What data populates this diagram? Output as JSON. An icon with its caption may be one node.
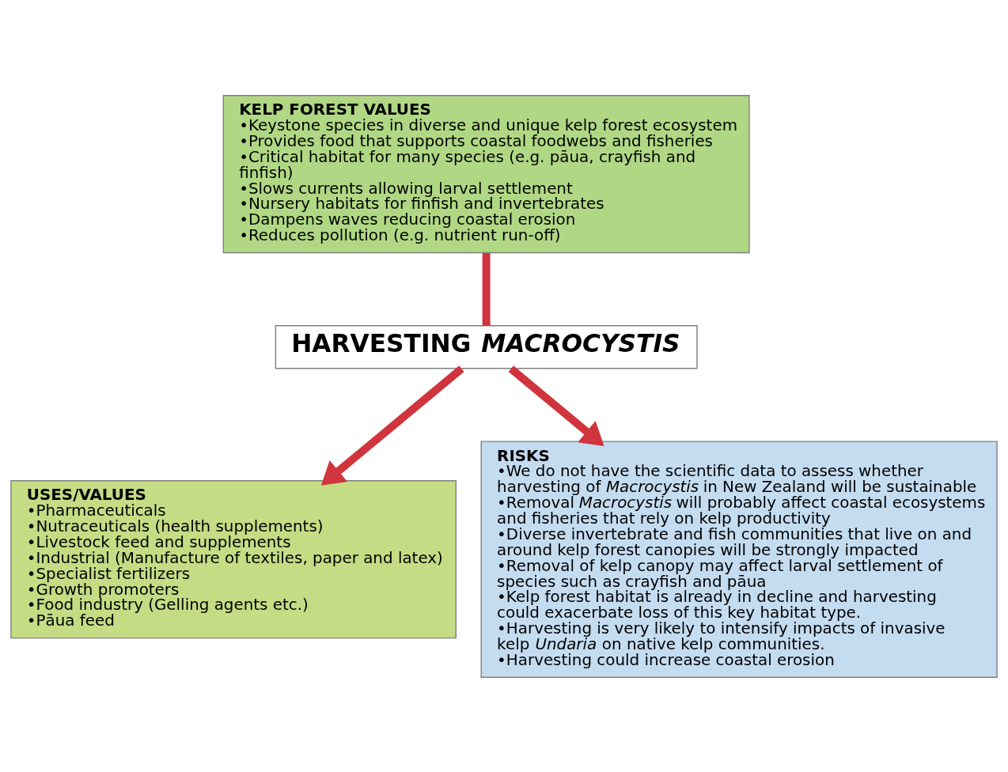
{
  "diagram": {
    "nodes": [
      {
        "text": [
          "KELP FOREST VALUES",
          "•Keystone species in diverse and unique kelp forest ecosystem",
          "•Provides food that supports coastal foodwebs and fisheries",
          "•Critical habitat for many species (e.g. pāua, crayfish and finfish)",
          "•Slows currents allowing larval settlement",
          "•Nursery habitats for finfish and invertebrates",
          "•Dampens waves reducing coastal erosion",
          "•Reduces pollution (e.g. nutrient run-off)"
        ]
      },
      {
        "text": [
          "HARVESTING *MACROCYSTIS*"
        ]
      },
      {
        "text": [
          "USES/VALUES",
          "•Pharmaceuticals",
          "•Nutraceuticals (health supplements)",
          "•Livestock feed and supplements",
          "•Industrial (Manufacture of textiles, paper and latex)",
          "•Specialist fertilizers",
          "•Growth promoters",
          "•Food industry (Gelling agents etc.)",
          "•Pāua feed"
        ]
      },
      {
        "text": [
          "RISKS",
          "•We do not have the scientific data to assess whether harvesting of *Macrocystis* in New Zealand will be sustainable",
          "•Removal *Macrocystis* will probably affect coastal ecosystems and fisheries that rely on kelp productivity",
          "•Diverse invertebrate and fish communities that live on and around kelp forest canopies will be strongly impacted",
          "•Removal of kelp canopy may affect larval settlement of species such as crayfish and pāua",
          "•Kelp forest habitat is already in decline and harvesting could exacerbate loss of this key habitat type.",
          "•Harvesting is very likely to intensify impacts of invasive kelp *Undaria* on native kelp communities.",
          "•Harvesting could increase coastal erosion"
        ]
      }
    ],
    "edges": [
      {
        "from": 0,
        "to": 1,
        "arrow": "none"
      },
      {
        "from": 1,
        "to": 2,
        "arrow": "to"
      },
      {
        "from": 1,
        "to": 3,
        "arrow": "to"
      }
    ]
  }
}
